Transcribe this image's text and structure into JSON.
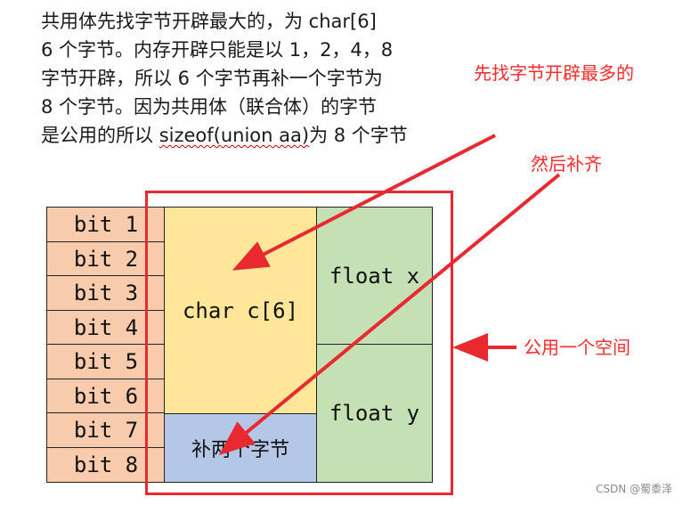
{
  "paragraph": {
    "lines": [
      "共用体先找字节开辟最大的，为 char[6]",
      "6 个字节。内存开辟只能是以 1，2，4，8",
      "字节开辟，所以 6 个字节再补一个字节为",
      "8 个字节。因为共用体（联合体）的字节"
    ],
    "last_line_prefix": "是公用的所以 ",
    "last_line_code": "sizeof(union aa)",
    "last_line_suffix": "为 8 个字节"
  },
  "bits": [
    "bit 1",
    "bit 2",
    "bit 3",
    "bit 4",
    "bit 5",
    "bit 6",
    "bit 7",
    "bit 8"
  ],
  "members": {
    "char_c": "char c[6]",
    "padding": "补两个字节",
    "float_x": "float x",
    "float_y": "float y"
  },
  "annotations": {
    "largest_first": "先找字节开辟最多的",
    "then_align": "然后补齐",
    "shared_space": "公用一个空间"
  },
  "colors": {
    "bit_fill": "#f8cbad",
    "char_fill": "#ffe699",
    "padding_fill": "#b4c7e7",
    "float_fill": "#c5e0b4",
    "annotation_red": "#e8292f"
  },
  "watermark": "CSDN @蜀黍泽"
}
